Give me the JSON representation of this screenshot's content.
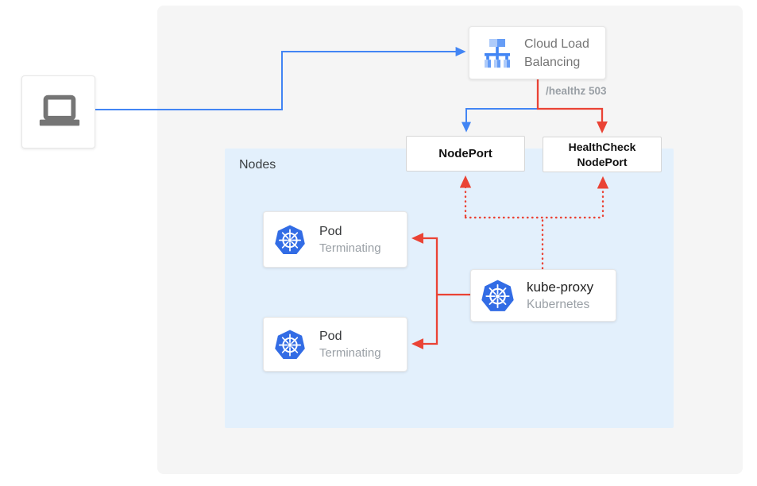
{
  "colors": {
    "blue": "#4285f4",
    "red": "#ea4335",
    "k8s": "#326ce5",
    "canvas-bg": "#f5f5f5",
    "nodes-bg": "#e3f0fc",
    "text-dark": "#3c4043",
    "text-mid": "#757575",
    "text-gray": "#9aa0a6",
    "icon-gray": "#757575",
    "clb-icon-light": "#aecbfa",
    "clb-icon-mid": "#669df6",
    "clb-icon-dark": "#4285f4"
  },
  "clb": {
    "line1": "Cloud Load",
    "line2": "Balancing"
  },
  "healthz_label": "/healthz 503",
  "nodeport": {
    "label": "NodePort"
  },
  "healthcheck_nodeport": {
    "line1": "HealthCheck",
    "line2": "NodePort"
  },
  "nodes_group": {
    "label": "Nodes"
  },
  "pods": [
    {
      "title": "Pod",
      "status": "Terminating"
    },
    {
      "title": "Pod",
      "status": "Terminating"
    }
  ],
  "kube_proxy": {
    "title": "kube-proxy",
    "subtitle": "Kubernetes"
  }
}
